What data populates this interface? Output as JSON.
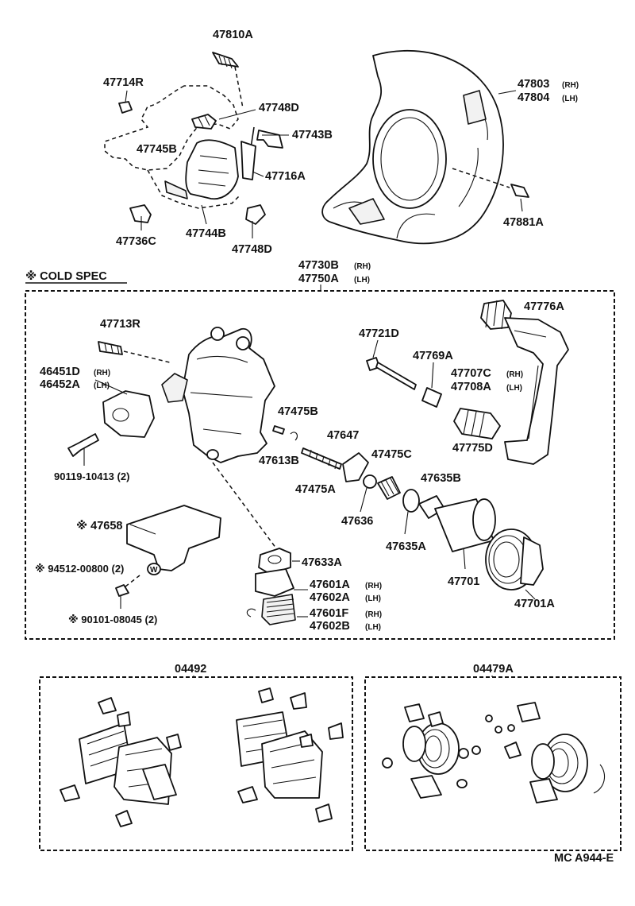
{
  "labels": {
    "p47810A": "47810A",
    "p47714R": "47714R",
    "p47748D_1": "47748D",
    "p47743B": "47743B",
    "p47745B": "47745B",
    "p47716A": "47716A",
    "p47736C": "47736C",
    "p47744B": "47744B",
    "p47748D_2": "47748D",
    "p47803": "47803",
    "p47803_side": "(RH)",
    "p47804": "47804",
    "p47804_side": "(LH)",
    "p47881A": "47881A",
    "cold_spec": "※ COLD  SPEC",
    "p47730B": "47730B",
    "p47730B_side": "(RH)",
    "p47750A": "47750A",
    "p47750A_side": "(LH)",
    "p47713R": "47713R",
    "p46451D": "46451D",
    "p46451D_side": "(RH)",
    "p46452A": "46452A",
    "p46452A_side": "(LH)",
    "p90119": "90119-10413 (2)",
    "p47721D": "47721D",
    "p47769A": "47769A",
    "p47776A": "47776A",
    "p47707C": "47707C",
    "p47707C_side": "(RH)",
    "p47708A": "47708A",
    "p47708A_side": "(LH)",
    "p47775D": "47775D",
    "p47475B": "47475B",
    "p47647": "47647",
    "p47613B": "47613B",
    "p47475C": "47475C",
    "p47475A": "47475A",
    "p47635B": "47635B",
    "p47636": "47636",
    "p47635A": "47635A",
    "p47658": "※ 47658",
    "p94512": "※ 94512-00800 (2)",
    "p90101": "※ 90101-08045 (2)",
    "p47633A": "47633A",
    "p47601A": "47601A",
    "p47601A_side": "(RH)",
    "p47602A": "47602A",
    "p47602A_side": "(LH)",
    "p47601F": "47601F",
    "p47601F_side": "(RH)",
    "p47602B": "47602B",
    "p47602B_side": "(LH)",
    "p47701": "47701",
    "p47701A": "47701A",
    "p04492": "04492",
    "p04479A": "04479A",
    "footer_code": "MC  A944-E"
  }
}
